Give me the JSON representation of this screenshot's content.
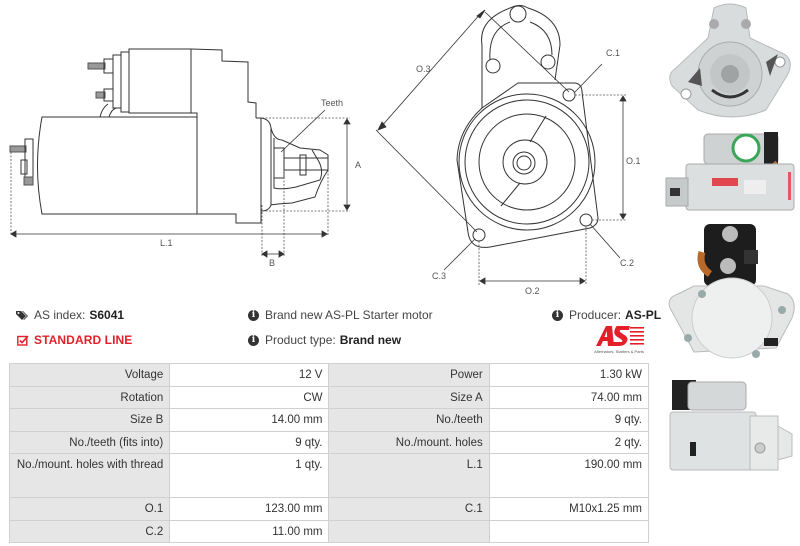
{
  "side_diagram": {
    "labels": {
      "teeth": "Teeth",
      "a": "A",
      "b": "B",
      "l1": "L.1"
    }
  },
  "front_diagram": {
    "labels": {
      "o1": "O.1",
      "o2": "O.2",
      "o3": "O.3",
      "c1": "C.1",
      "c2": "C.2",
      "c3": "C.3"
    }
  },
  "product": {
    "as_index_label": "AS index:",
    "as_index_value": "S6041",
    "line": "STANDARD LINE",
    "description": "Brand new AS-PL Starter motor",
    "product_type_label": "Product type:",
    "product_type_value": "Brand new",
    "producer_label": "Producer:",
    "producer_value": "AS-PL",
    "brand_tagline": "Alternators, Starters & Parts"
  },
  "icons": {
    "as_index": "tags-icon",
    "standard_line": "check-square-icon",
    "info": "info-circle-icon"
  },
  "colors": {
    "accent_red": "#e3202a",
    "key_cell_bg": "#e6e6e6",
    "border": "#d0d0d0"
  },
  "specs": {
    "rows": [
      {
        "k1": "Voltage",
        "v1": "12 V",
        "k2": "Power",
        "v2": "1.30 kW"
      },
      {
        "k1": "Rotation",
        "v1": "CW",
        "k2": "Size A",
        "v2": "74.00 mm"
      },
      {
        "k1": "Size B",
        "v1": "14.00 mm",
        "k2": "No./teeth",
        "v2": "9 qty."
      },
      {
        "k1": "No./teeth (fits into)",
        "v1": "9 qty.",
        "k2": "No./mount. holes",
        "v2": "2 qty."
      },
      {
        "k1": "No./mount. holes with thread",
        "v1": "1 qty.",
        "k2": "L.1",
        "v2": "190.00 mm"
      },
      {
        "k1": "O.1",
        "v1": "123.00 mm",
        "k2": "C.1",
        "v2": "M10x1.25 mm"
      },
      {
        "k1": "C.2",
        "v1": "11.00 mm",
        "k2": "",
        "v2": ""
      }
    ]
  }
}
